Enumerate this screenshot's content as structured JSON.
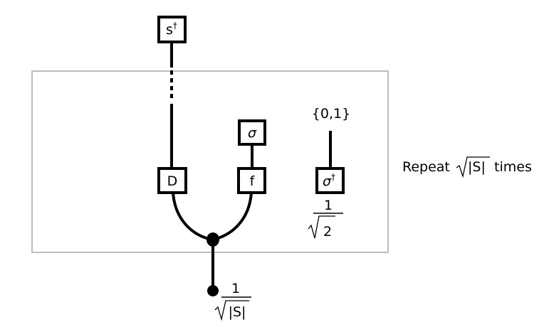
{
  "boxes": {
    "s_dagger": {
      "base": "s",
      "sup": "†"
    },
    "sigma_top": {
      "label": "σ"
    },
    "D": {
      "label": "D"
    },
    "f": {
      "label": "f"
    },
    "sigma_dagger": {
      "base": "σ",
      "sup": "†"
    }
  },
  "set_label": "{0,1}",
  "repeat": {
    "prefix": "Repeat ",
    "radicand": "|S|",
    "suffix": " times"
  },
  "fraction_inner": {
    "numerator": "1",
    "radicand": "2"
  },
  "fraction_outer": {
    "numerator": "1",
    "radicand": "|S|"
  },
  "colors": {
    "frame": "#bdbdbd",
    "ink": "#000000"
  }
}
